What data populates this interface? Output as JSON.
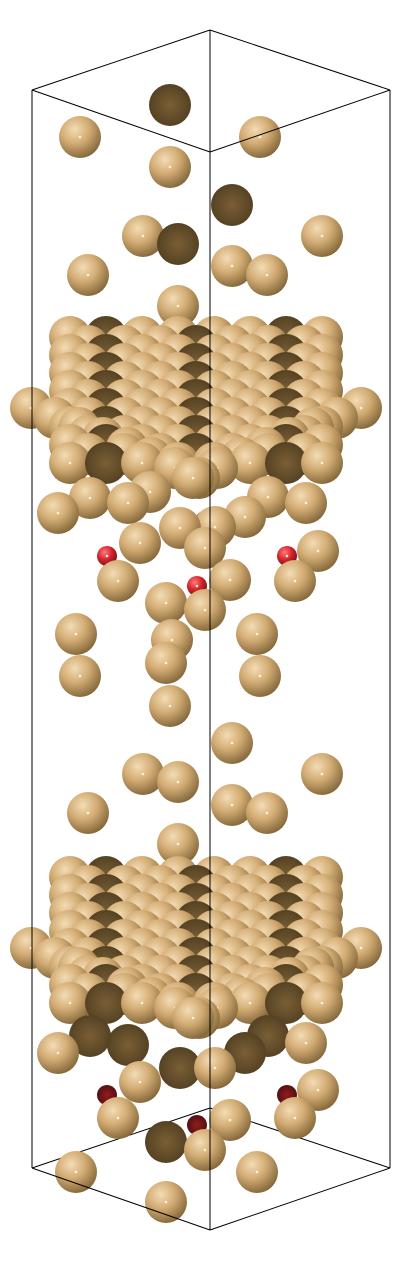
{
  "scene": {
    "type": "atomic-structure-slab",
    "background": "#ffffff",
    "cell_line_color": "#000000",
    "colors": {
      "metal": "#d3ac74",
      "metal_shadow": "#6a532e",
      "oxygen": "#d4232c",
      "oxygen_shadow": "#6b1115"
    },
    "elements": [
      {
        "name": "metal",
        "count": "many"
      },
      {
        "name": "oxygen",
        "count": 8
      }
    ]
  }
}
